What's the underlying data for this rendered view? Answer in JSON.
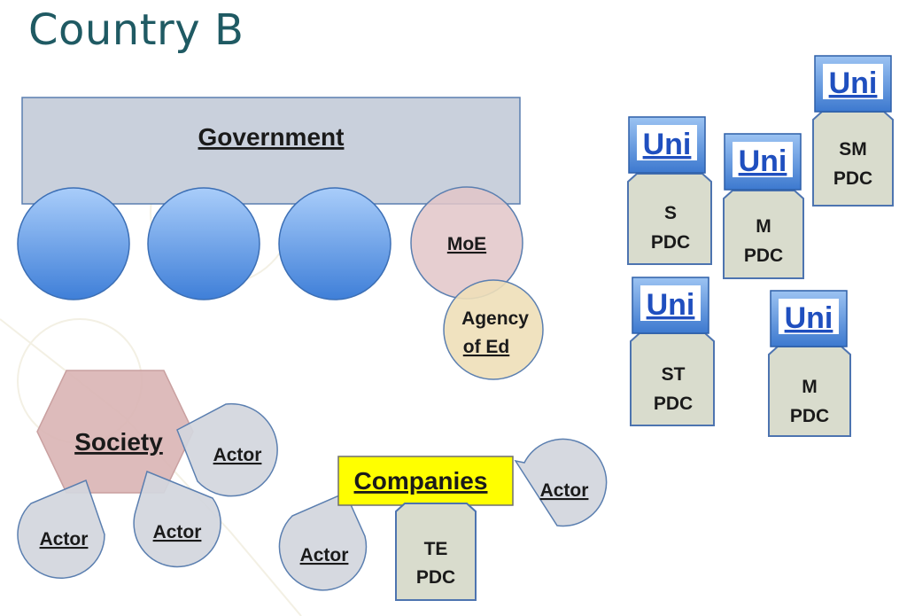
{
  "title": "Country B",
  "government": {
    "label": "Government"
  },
  "moe": {
    "label": "MoE"
  },
  "agency": {
    "line1": "Agency",
    "line2": "of Ed"
  },
  "society": {
    "label": "Society"
  },
  "companies": {
    "label": "Companies"
  },
  "actor_label": "Actor",
  "uni_label": "Uni",
  "pdc_blocks": [
    {
      "line1": "S",
      "line2": "PDC"
    },
    {
      "line1": "M",
      "line2": "PDC"
    },
    {
      "line1": "SM",
      "line2": "PDC"
    },
    {
      "line1": "ST",
      "line2": "PDC"
    },
    {
      "line1": "M",
      "line2": "PDC"
    }
  ],
  "te_pdc": {
    "line1": "TE",
    "line2": "PDC"
  },
  "colors": {
    "title": "#1f5a63",
    "government_fill": "#c9d0dc",
    "circle_blue": "#6ea6f0",
    "moe_fill": "#e2c6c8",
    "agency_fill": "#eedfb8",
    "society_fill": "#d9b4b4",
    "companies_fill": "#ffff00",
    "actor_fill": "#d2d6dd",
    "pdc_fill": "#d9dccd",
    "uni_text": "#1f4fbf"
  }
}
